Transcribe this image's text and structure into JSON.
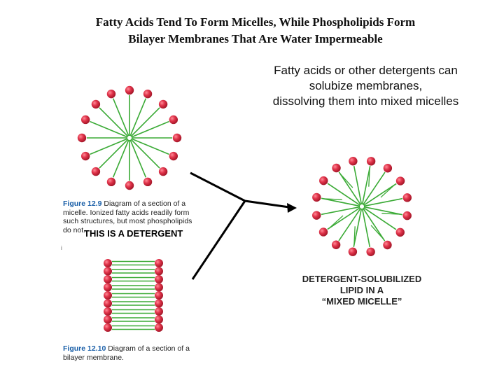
{
  "title": {
    "line1": "Fatty Acids Tend To Form Micelles, While Phospholipids Form",
    "line2": "Bilayer Membranes That Are Water Impermeable"
  },
  "right_text": {
    "line1": "Fatty acids or other detergents can",
    "line2": "solubize membranes,",
    "line3": "dissolving them into mixed micelles"
  },
  "fig9_caption": {
    "label": "Figure 12.9",
    "line1": "Diagram of a section of a",
    "line2": "micelle.  Ionized fatty acids readily form",
    "line3": "such structures, but most phospholipids",
    "line4": "do not."
  },
  "detergent_label": "THIS IS A DETERGENT",
  "mixed_label": {
    "line1": "DETERGENT-SOLUBILIZED",
    "line2": "LIPID IN A",
    "line3": "“MIXED MICELLE”"
  },
  "fig10_caption": {
    "label": "Figure 12.10",
    "line1": "Diagram of a section of a",
    "line2": "bilayer membrane."
  },
  "colors": {
    "headgroup": "#d42a3c",
    "tail": "#3aaa35",
    "caption_label": "#1a5fa8"
  }
}
